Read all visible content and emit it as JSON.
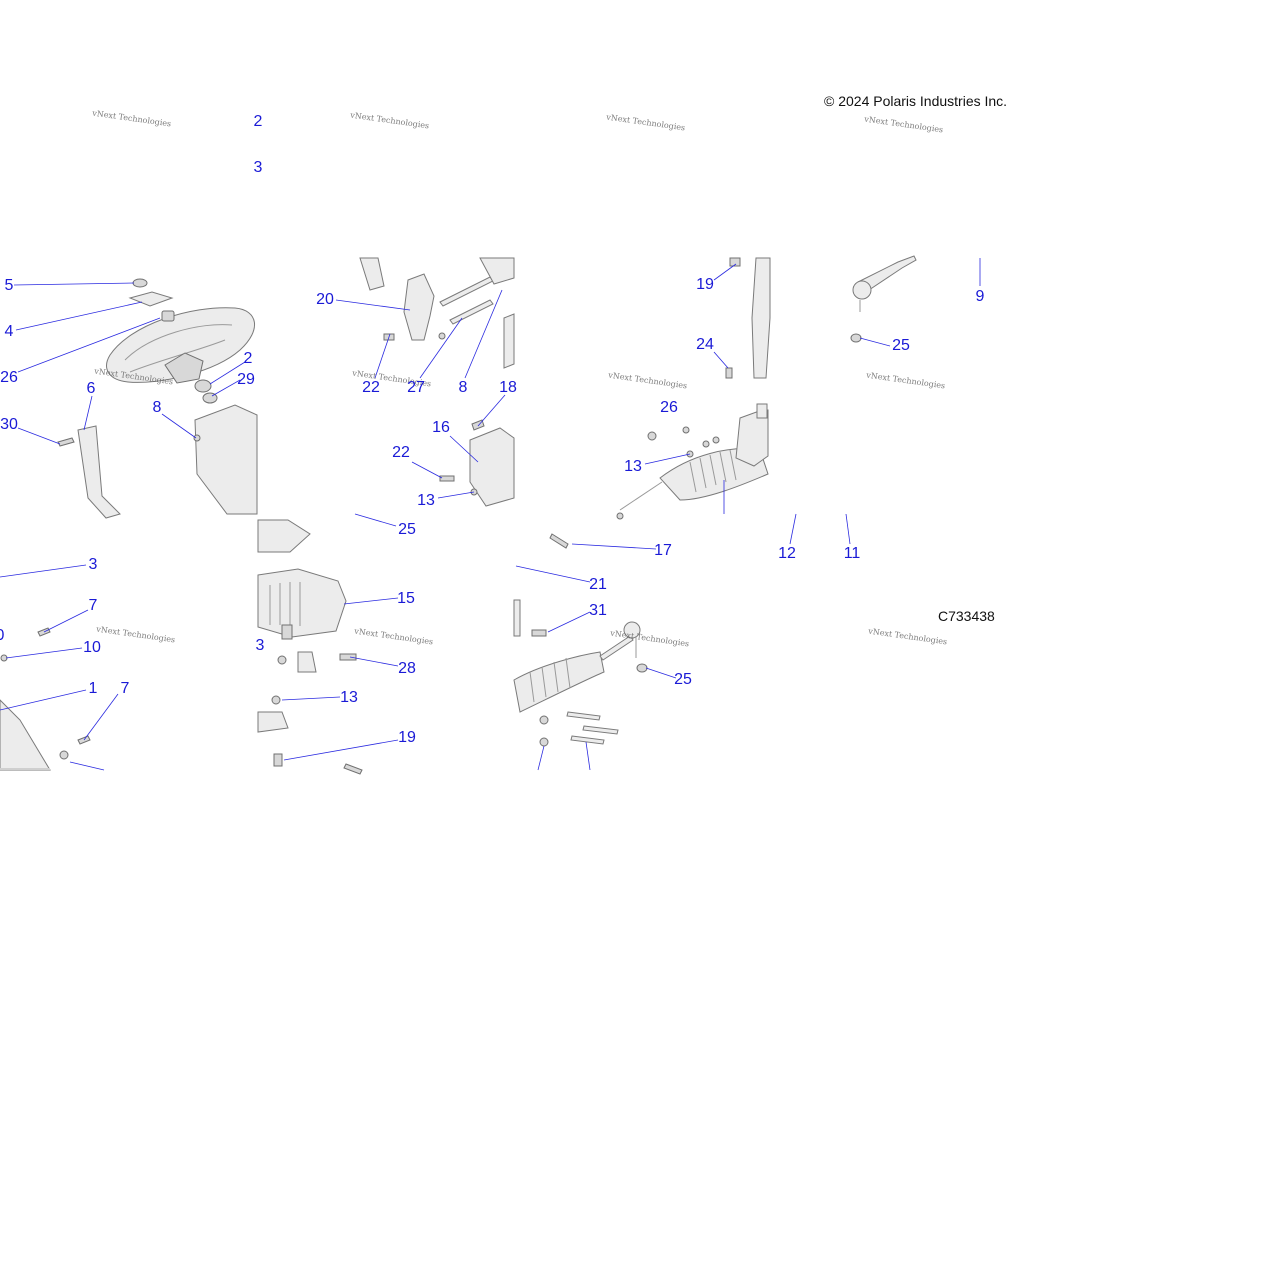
{
  "copyright": "© 2024 Polaris Industries Inc.",
  "figure_id": "C733438",
  "watermark": "vNext Technologies",
  "colors": {
    "callout": "#1a1ad6",
    "leader": "#2a2ae0",
    "part_fill": "#ececec",
    "part_stroke": "#7a7a7a"
  },
  "callouts": [
    "2",
    "3",
    "5",
    "4",
    "26",
    "2",
    "29",
    "6",
    "8",
    "30",
    "20",
    "22",
    "27",
    "8",
    "18",
    "16",
    "22",
    "13",
    "25",
    "19",
    "24",
    "26",
    "13",
    "9",
    "25",
    "3",
    "7",
    "0",
    "10",
    "1",
    "7",
    "3",
    "15",
    "28",
    "13",
    "19",
    "17",
    "21",
    "31",
    "25",
    "12",
    "11"
  ]
}
